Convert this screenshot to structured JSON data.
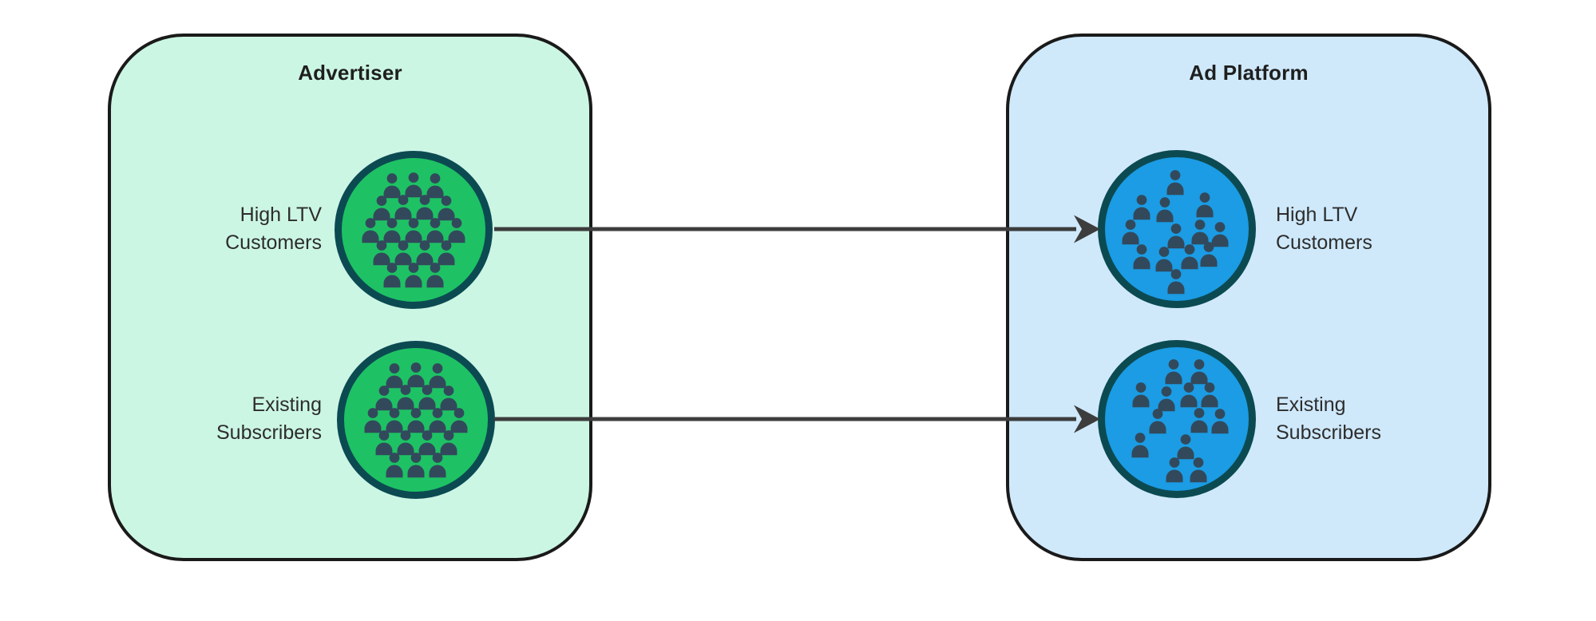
{
  "page": {
    "background": "#ffffff"
  },
  "groups": {
    "advertiser": {
      "title": "Advertiser",
      "fill": "#ccf6e4",
      "border_color": "#1a1a1a"
    },
    "ad_platform": {
      "title": "Ad Platform",
      "fill": "#cfe9fb",
      "border_color": "#1a1a1a"
    }
  },
  "segments": {
    "advertiser_high_ltv": {
      "label": "High LTV\nCustomers",
      "circle_fill": "#1ec264",
      "ring_color": "#0c4a52",
      "people_count": 19,
      "layout": "grid"
    },
    "advertiser_existing": {
      "label": "Existing\nSubscribers",
      "circle_fill": "#1ec264",
      "ring_color": "#0c4a52",
      "people_count": 19,
      "layout": "grid"
    },
    "platform_high_ltv": {
      "label": "High LTV\nCustomers",
      "circle_fill": "#1b9ce4",
      "ring_color": "#0c4a52",
      "people_count": 13,
      "layout": "scatter_a"
    },
    "platform_existing": {
      "label": "Existing\nSubscribers",
      "circle_fill": "#1b9ce4",
      "ring_color": "#0c4a52",
      "people_count": 13,
      "layout": "scatter_b"
    }
  },
  "arrows": {
    "color": "#3d3d3d"
  },
  "icons": {
    "person_color": "#32495c"
  },
  "people_layouts": {
    "grid": [
      [
        35,
        19
      ],
      [
        50,
        18.5
      ],
      [
        65,
        19
      ],
      [
        27.5,
        34.5
      ],
      [
        42.5,
        34
      ],
      [
        57.5,
        34
      ],
      [
        72.5,
        34.5
      ],
      [
        20,
        50
      ],
      [
        35,
        50
      ],
      [
        50,
        50
      ],
      [
        65,
        50
      ],
      [
        80,
        50
      ],
      [
        27.5,
        65.5
      ],
      [
        42.5,
        65.5
      ],
      [
        57.5,
        65.5
      ],
      [
        72.5,
        65.5
      ],
      [
        35,
        81
      ],
      [
        50,
        81
      ],
      [
        65,
        81
      ]
    ],
    "scatter_a": [
      [
        48.8,
        17.2
      ],
      [
        25.5,
        34.5
      ],
      [
        41.9,
        36.2
      ],
      [
        69.5,
        32.8
      ],
      [
        17.8,
        51.7
      ],
      [
        49.7,
        54.3
      ],
      [
        66.0,
        51.7
      ],
      [
        79.8,
        53.4
      ],
      [
        25.5,
        69.0
      ],
      [
        41.0,
        70.7
      ],
      [
        59.1,
        69.0
      ],
      [
        72.1,
        67.2
      ],
      [
        49.7,
        86.2
      ]
    ],
    "scatter_b": [
      [
        47.8,
        16.5
      ],
      [
        65.6,
        16.5
      ],
      [
        24.9,
        33.0
      ],
      [
        42.6,
        35.7
      ],
      [
        58.3,
        32.5
      ],
      [
        73.0,
        33.0
      ],
      [
        36.5,
        51.3
      ],
      [
        65.6,
        50.4
      ],
      [
        80.0,
        51.3
      ],
      [
        24.3,
        67.8
      ],
      [
        56.2,
        68.7
      ],
      [
        48.2,
        85.2
      ],
      [
        64.9,
        85.2
      ]
    ]
  }
}
